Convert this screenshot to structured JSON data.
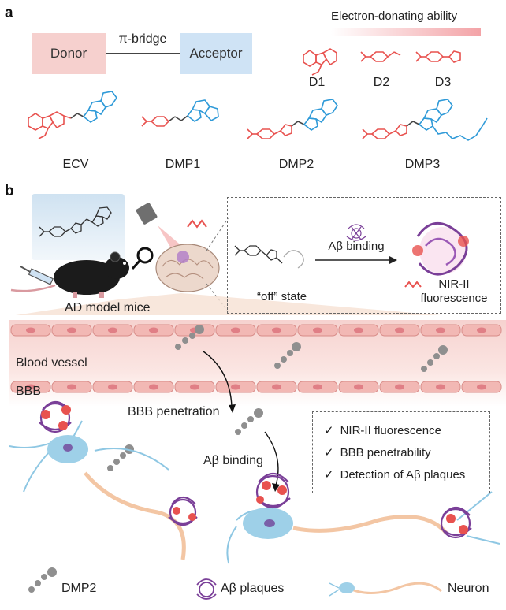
{
  "panel_a": {
    "letter": "a",
    "donor": "Donor",
    "bridge": "π-bridge",
    "acceptor": "Acceptor",
    "gradient_label": "Electron-donating ability",
    "donors": [
      "D1",
      "D2",
      "D3"
    ],
    "molecules": [
      "ECV",
      "DMP1",
      "DMP2",
      "DMP3"
    ]
  },
  "panel_b": {
    "letter": "b",
    "mice_label": "AD model mice",
    "off_state": "“off” state",
    "binding_label": "Aβ binding",
    "fluor_line1": "NIR-II",
    "fluor_line2": "fluorescence",
    "blood_vessel": "Blood vessel",
    "bbb": "BBB",
    "bbb_penetration": "BBB penetration",
    "abeta_binding": "Aβ binding",
    "checklist": [
      "NIR-II fluorescence",
      "BBB penetrability",
      "Detection of Aβ plaques"
    ],
    "legend": [
      "DMP2",
      "Aβ plaques",
      "Neuron"
    ]
  },
  "colors": {
    "donor": "#f4c7c5",
    "acceptor": "#c9def2",
    "red": "#e8524f",
    "blue": "#2f9ad8",
    "purple": "#7a3f98"
  }
}
